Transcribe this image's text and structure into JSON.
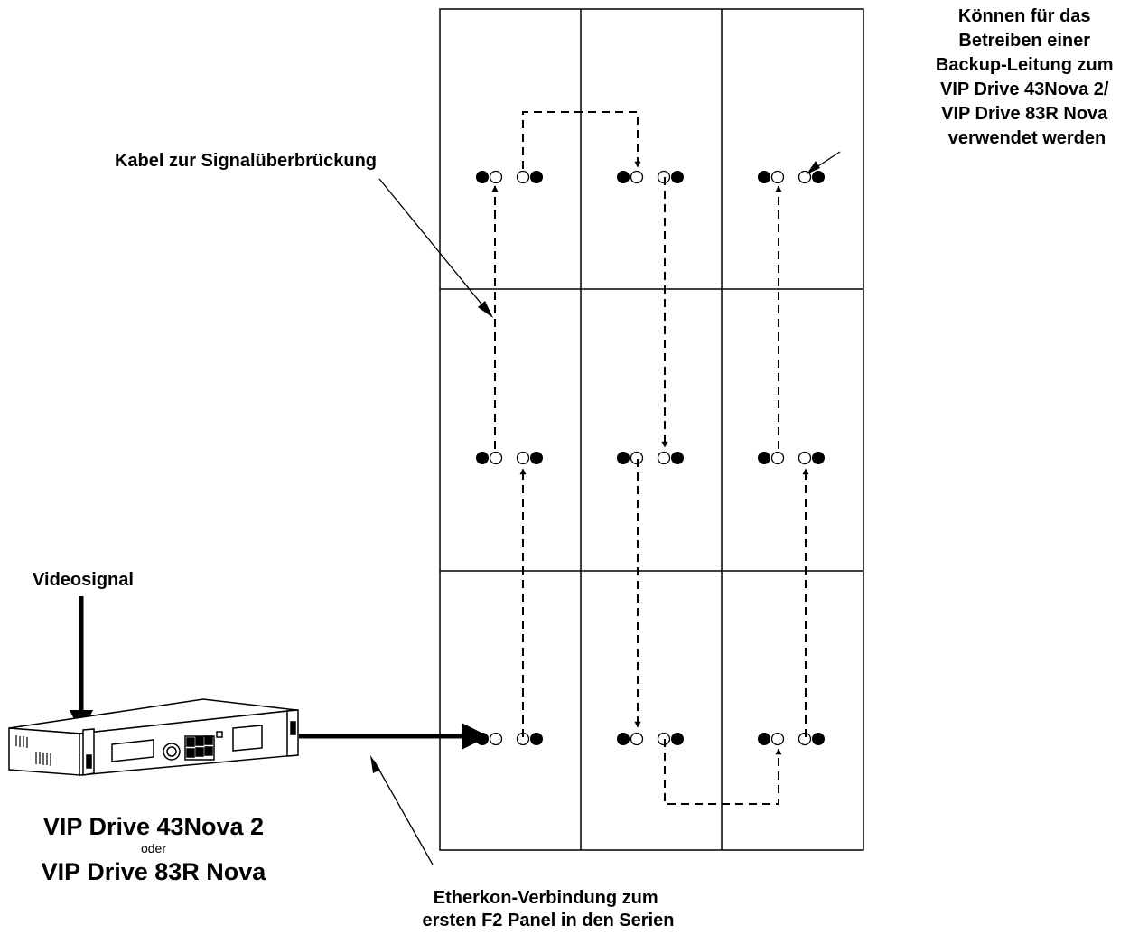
{
  "labels": {
    "bridge_cable": "Kabel zur Signalüberbrückung",
    "backup_note": [
      "Können für das",
      "Betreiben einer",
      "Backup-Leitung zum",
      "VIP Drive 43Nova 2/",
      "VIP Drive 83R Nova",
      "verwendet werden"
    ],
    "video_signal": "Videosignal",
    "device_name_1": "VIP Drive 43Nova 2",
    "device_or": "oder",
    "device_name_2": "VIP Drive 83R Nova",
    "etherkon_note": [
      "Etherkon-Verbindung zum",
      "ersten F2 Panel in den Serien"
    ]
  },
  "panel_grid": {
    "rows": 3,
    "columns": 3
  }
}
